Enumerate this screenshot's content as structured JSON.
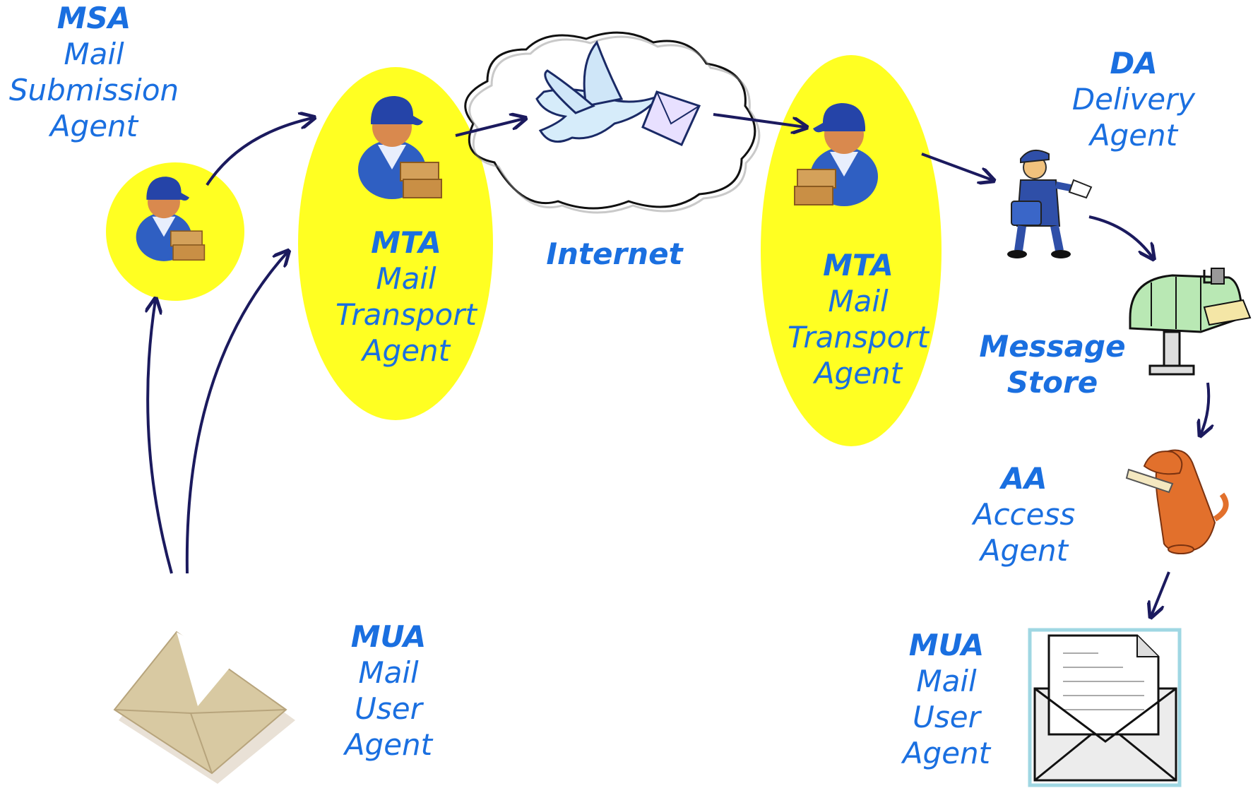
{
  "colors": {
    "label_text": "#1a6fe0",
    "arrow": "#1b1a5e",
    "agent_ellipse": "#ffff22",
    "cloud_fill": "#ffffff",
    "envelope": "#d8c9a2"
  },
  "icons": {
    "msa": "postal-worker-icon",
    "mta": "postal-worker-icon",
    "internet": "dove-with-letter-icon",
    "da": "mail-carrier-icon",
    "store": "mailbox-icon",
    "aa": "fetching-dog-icon",
    "mua_sender": "open-envelope-icon",
    "mua_recipient": "email-letter-icon"
  },
  "labels": {
    "msa": {
      "abbr": "MSA",
      "lines": [
        "Mail",
        "Submission",
        "Agent"
      ]
    },
    "mta_left": {
      "abbr": "MTA",
      "lines": [
        "Mail",
        "Transport",
        "Agent"
      ]
    },
    "internet": {
      "text": "Internet"
    },
    "mta_right": {
      "abbr": "MTA",
      "lines": [
        "Mail",
        "Transport",
        "Agent"
      ]
    },
    "da": {
      "abbr": "DA",
      "lines": [
        "Delivery",
        "Agent"
      ]
    },
    "store": {
      "lines": [
        "Message",
        "Store"
      ]
    },
    "aa": {
      "abbr": "AA",
      "lines": [
        "Access",
        "Agent"
      ]
    },
    "mua_left": {
      "abbr": "MUA",
      "lines": [
        "Mail",
        "User",
        "Agent"
      ]
    },
    "mua_right": {
      "abbr": "MUA",
      "lines": [
        "Mail",
        "User",
        "Agent"
      ]
    }
  }
}
